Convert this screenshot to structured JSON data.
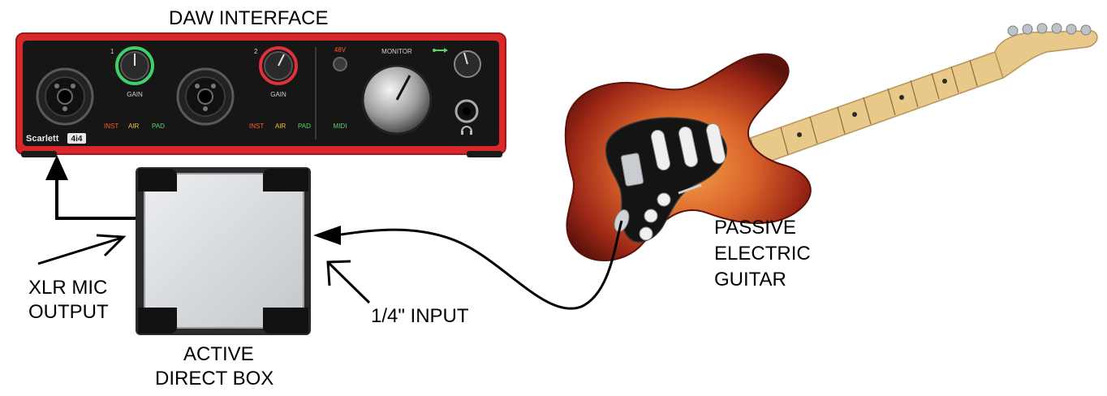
{
  "labels": {
    "daw_interface": "DAW INTERFACE",
    "passive_guitar_line1": "PASSIVE",
    "passive_guitar_line2": "ELECTRIC",
    "passive_guitar_line3": "GUITAR",
    "xlr_line1": "XLR MIC",
    "xlr_line2": "OUTPUT",
    "input_label": "1/4\" INPUT",
    "direct_box_line1": "ACTIVE",
    "direct_box_line2": "DIRECT BOX"
  },
  "interface_panel": {
    "brand": "Scarlett",
    "model": "4i4",
    "channel_1_number": "1",
    "channel_2_number": "2",
    "gain_label_1": "GAIN",
    "gain_label_2": "GAIN",
    "inst_1": "INST",
    "air_1": "AIR",
    "pad_1": "PAD",
    "inst_2": "INST",
    "air_2": "AIR",
    "pad_2": "PAD",
    "phantom": "48V",
    "midi": "MIDI",
    "monitor": "MONITOR"
  },
  "colors": {
    "interface_red": "#d9282a",
    "panel_black": "#161616",
    "gain_halo_green": "#3fd06a",
    "gain_halo_red": "#e0303a",
    "label_orange": "#ff5a2a",
    "label_yellow": "#f0c43a",
    "label_green": "#5fd06a",
    "guitar_body_edge": "#7a1c10",
    "guitar_body_center": "#e28a3a",
    "maple_neck": "#e8c98a",
    "direct_box_face": "#d8dadc",
    "cable": "#000000"
  }
}
